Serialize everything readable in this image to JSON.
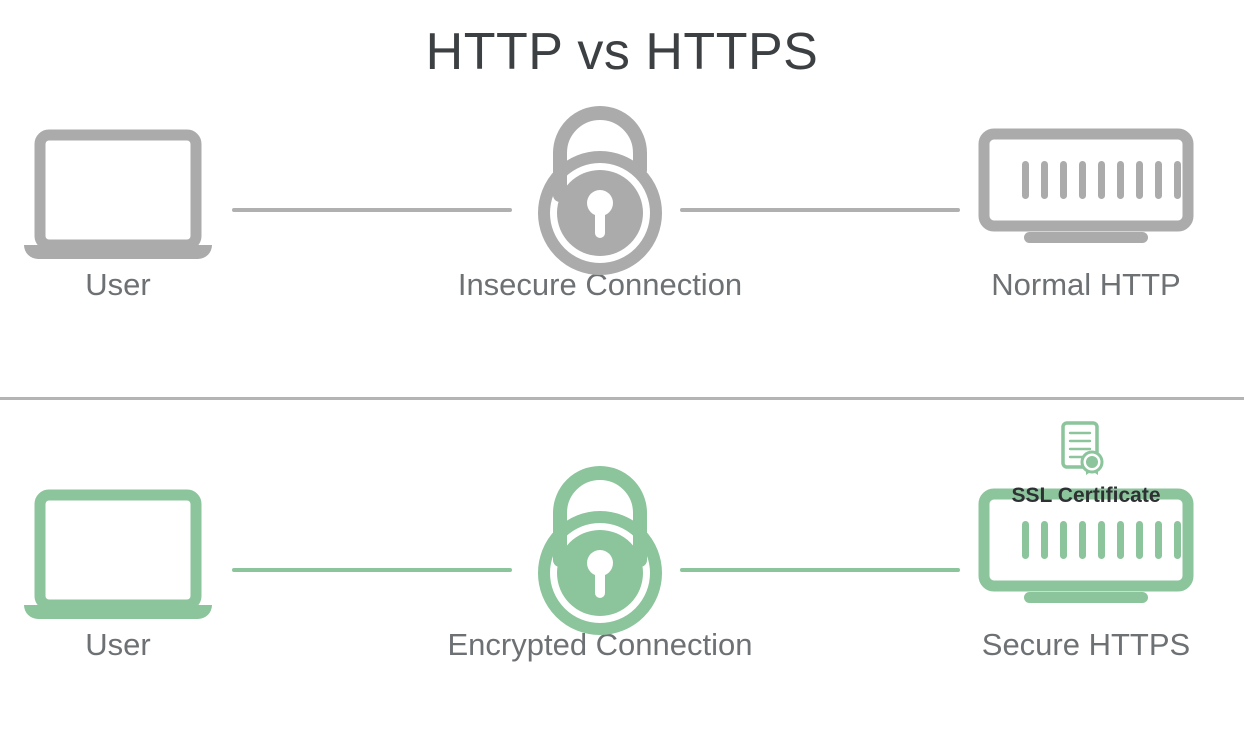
{
  "diagram": {
    "title": "HTTP vs HTTPS",
    "colors": {
      "insecure_gray": "#ABABAB",
      "secure_green": "#8CC49C",
      "title_text": "#3D4043",
      "caption_text": "#6D7174",
      "ssl_label_text": "#2E3033",
      "divider": "#B4B4B4",
      "background": "#FFFFFF"
    },
    "rows": [
      {
        "id": "http-row",
        "protocol": "HTTP",
        "state": "insecure",
        "color": "#ABABAB",
        "nodes": [
          {
            "icon": "laptop-icon",
            "label": "User"
          },
          {
            "icon": "padlock-open-icon",
            "label": "Insecure Connection"
          },
          {
            "icon": "server-icon",
            "label": "Normal HTTP"
          }
        ],
        "connectors": [
          "user-to-lock",
          "lock-to-server"
        ]
      },
      {
        "id": "https-row",
        "protocol": "HTTPS",
        "state": "secure",
        "color": "#8CC49C",
        "nodes": [
          {
            "icon": "laptop-icon",
            "label": "User"
          },
          {
            "icon": "padlock-closed-icon",
            "label": "Encrypted Connection"
          },
          {
            "icon": "server-icon",
            "label": "Secure HTTPS"
          }
        ],
        "connectors": [
          "user-to-lock",
          "lock-to-server"
        ],
        "badge": {
          "icon": "ssl-certificate-icon",
          "label": "SSL Certificate"
        }
      }
    ],
    "server_icon": {
      "bar_count": 9
    }
  }
}
